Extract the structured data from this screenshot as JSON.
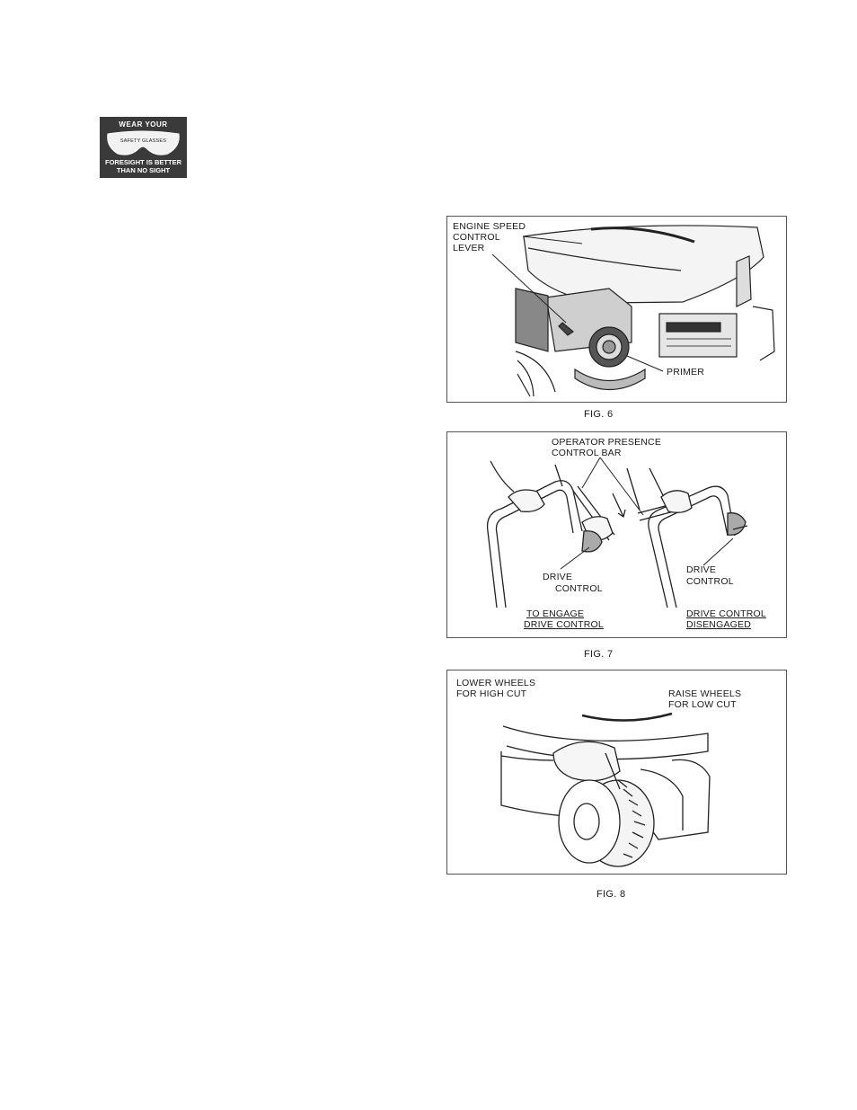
{
  "badge": {
    "top": "WEAR YOUR",
    "glasses_label": "SAFETY GLASSES",
    "bottom_line1": "FORESIGHT IS BETTER",
    "bottom_line2": "THAN NO SIGHT"
  },
  "fig6": {
    "caption": "FIG. 6",
    "label_lever_1": "ENGINE SPEED",
    "label_lever_2": "CONTROL",
    "label_lever_3": "LEVER",
    "label_primer": "PRIMER"
  },
  "fig7": {
    "caption": "FIG. 7",
    "label_bar_1": "OPERATOR PRESENCE",
    "label_bar_2": "CONTROL BAR",
    "label_drive_left_1": "DRIVE",
    "label_drive_left_2": "CONTROL",
    "label_drive_right_1": "DRIVE",
    "label_drive_right_2": "CONTROL",
    "label_engage_1": "TO ENGAGE",
    "label_engage_2": "DRIVE CONTROL",
    "label_disengaged_1": "DRIVE CONTROL",
    "label_disengaged_2": "DISENGAGED"
  },
  "fig8": {
    "caption": "FIG. 8",
    "label_lower_1": "LOWER WHEELS",
    "label_lower_2": "FOR HIGH CUT",
    "label_raise_1": "RAISE WHEELS",
    "label_raise_2": "FOR LOW CUT"
  }
}
